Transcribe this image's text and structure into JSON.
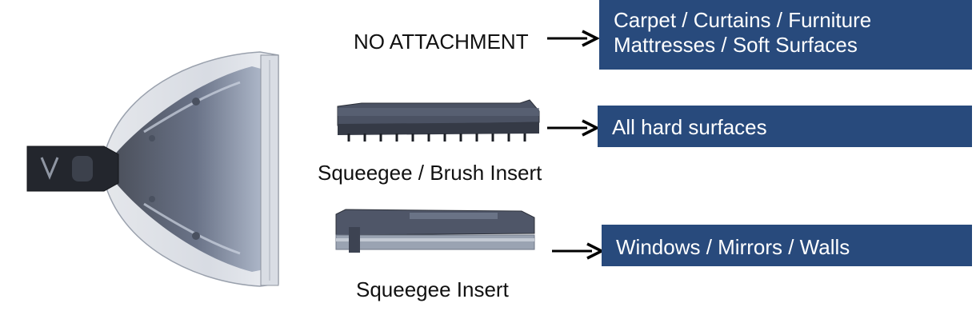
{
  "attachments": [
    {
      "name": "NO ATTACHMENT",
      "uses": [
        "Carpet / Curtains / Furniture",
        "Mattresses / Soft Surfaces"
      ]
    },
    {
      "name": "Squeegee / Brush Insert",
      "uses": [
        "All hard surfaces"
      ]
    },
    {
      "name": "Squeegee Insert",
      "uses": [
        "Windows / Mirrors / Walls"
      ]
    }
  ],
  "colors": {
    "box_fill": "#284a7c",
    "box_text": "#ffffff",
    "label_text": "#111111",
    "arrow": "#000000"
  },
  "icons": {
    "tool": "upholstery-tool-icon",
    "brush_insert": "squeegee-brush-insert-icon",
    "squeegee_insert": "squeegee-insert-icon",
    "arrow": "arrow-right-icon"
  }
}
